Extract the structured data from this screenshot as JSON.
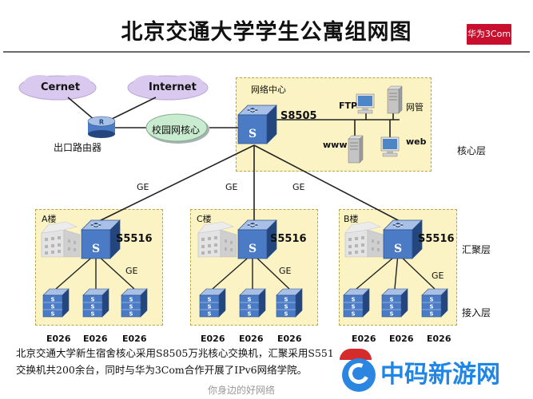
{
  "title": "北京交通大学学生公寓组网图",
  "logo": "华为3Com",
  "clouds": [
    "Cernet",
    "Internet"
  ],
  "router_label": "出口路由器",
  "campus_core": "校园网核心",
  "center": {
    "label": "网络中心",
    "switch_model": "S8505",
    "servers": {
      "ftp": "FTP",
      "mgmt": "网管",
      "www": "www",
      "web": "web"
    }
  },
  "layers": {
    "core": "核心层",
    "aggregation": "汇聚层",
    "access": "接入层"
  },
  "link_label": "GE",
  "switch_icon_letter": "S",
  "buildings": [
    {
      "name": "A楼",
      "switch_model": "S5516",
      "access": [
        "E026",
        "E026",
        "E026"
      ]
    },
    {
      "name": "C楼",
      "switch_model": "S5516",
      "access": [
        "E026",
        "E026",
        "E026"
      ]
    },
    {
      "name": "B楼",
      "switch_model": "S5516",
      "access": [
        "E026",
        "E026",
        "E026"
      ]
    }
  ],
  "note": {
    "line1": "北京交通大学新生宿舍核心采用S8505万兆核心交换机，汇聚采用S551",
    "line2": "交换机共200余台，同时与华为3Com合作开展了IPv6网络学院。"
  },
  "bottom_text": "你身边的好网络",
  "watermark": "中码新游网",
  "colors": {
    "zone": "#fbf3c4",
    "switch": "#3f6cb0",
    "cloud": "#d9c9ee",
    "watermark": "#1f86e6"
  }
}
